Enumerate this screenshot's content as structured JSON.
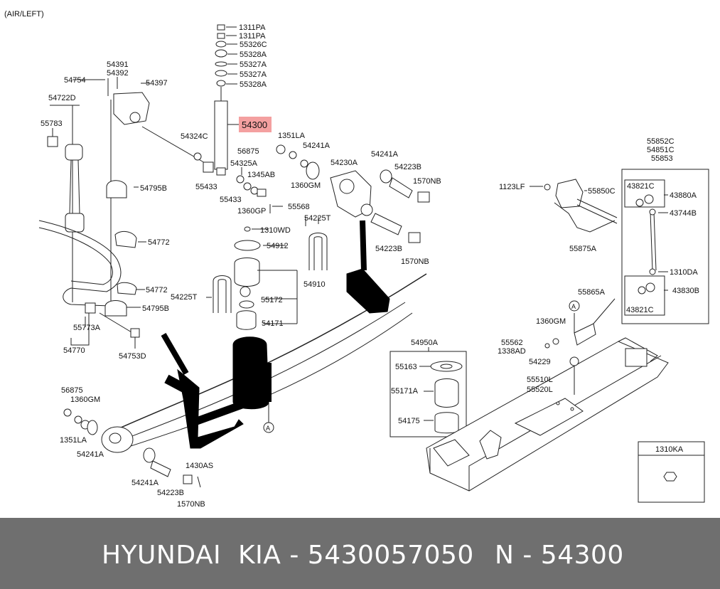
{
  "header": {
    "variant": "(AIR/LEFT)"
  },
  "highlight_color": "#f4a0a0",
  "part_labels": {
    "p1311pa_a": "1311PA",
    "p1311pa_b": "1311PA",
    "p55326c": "55326C",
    "p55328a_a": "55328A",
    "p55327a_a": "55327A",
    "p55327a_b": "55327A",
    "p55328a_b": "55328A",
    "p54391": "54391",
    "p54392": "54392",
    "p54754": "54754",
    "p54397": "54397",
    "p54722d": "54722D",
    "p55783": "55783",
    "p54300": "54300",
    "p54324c": "54324C",
    "p1351la_a": "1351LA",
    "p56875_a": "56875",
    "p54241a_a": "54241A",
    "p54241a_b": "54241A",
    "p54325a": "54325A",
    "p1345ab": "1345AB",
    "p54230a": "54230A",
    "p54223b_a": "54223B",
    "p1570nb_a": "1570NB",
    "p54433_a": "55433",
    "p54433_b": "55433",
    "p1360gm_a": "1360GM",
    "p1360gp": "1360GP",
    "p55568": "55568",
    "p54795b_a": "54795B",
    "p54225t_a": "54225T",
    "p1310wd": "1310WD",
    "p54912": "54912",
    "p54772_a": "54772",
    "p54910": "54910",
    "p54223b_b": "54223B",
    "p1570nb_b": "1570NB",
    "p54772_b": "54772",
    "p54225t_b": "54225T",
    "p55172": "55172",
    "p54795b_b": "54795B",
    "p54171": "54171",
    "p55773a": "55773A",
    "p54770": "54770",
    "p54753d": "54753D",
    "p56875_b": "56875",
    "p1360gm_b": "1360GM",
    "p1351la_b": "1351LA",
    "p54241a_c": "54241A",
    "p54241a_d": "54241A",
    "p1430as": "1430AS",
    "p54223b_c": "54223B",
    "p1570nb_c": "1570NB",
    "p54950a": "54950A",
    "p55163": "55163",
    "p55171a": "55171A",
    "p54175": "54175",
    "p55852c": "55852C",
    "p54851c": "54851C",
    "p55853": "55853",
    "p1123lf": "1123LF",
    "p55850c": "55850C",
    "p43821c_a": "43821C",
    "p43880a": "43880A",
    "p43744b": "43744B",
    "p55875a": "55875A",
    "p1310da": "1310DA",
    "p55865a": "55865A",
    "p43830b": "43830B",
    "p43821c_b": "43821C",
    "p1360gm_c": "1360GM",
    "p55562": "55562",
    "p1338ad": "1338AD",
    "p54229": "54229",
    "p55510l": "55510L",
    "p55520l": "55520L",
    "p1310ka": "1310KA",
    "ref_a1": "A",
    "ref_a2": "A"
  },
  "footer": {
    "brand": "HYUNDAI  KIA - 5430057050",
    "ref": "N - 54300"
  }
}
